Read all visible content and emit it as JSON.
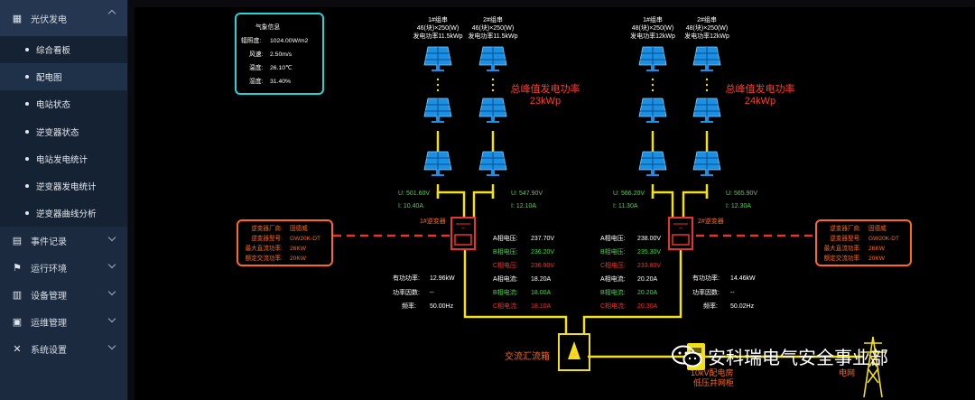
{
  "sidebar": {
    "groups": [
      {
        "label": "光伏发电",
        "icon": "grid-icon",
        "open": true,
        "items": [
          "综合看板",
          "配电图",
          "电站状态",
          "逆变器状态",
          "电站发电统计",
          "逆变器发电统计",
          "逆变器曲线分析"
        ],
        "active_index": 1
      },
      {
        "label": "事件记录",
        "icon": "document-icon"
      },
      {
        "label": "运行环境",
        "icon": "pin-icon"
      },
      {
        "label": "设备管理",
        "icon": "table-icon"
      },
      {
        "label": "运维管理",
        "icon": "monitor-icon"
      },
      {
        "label": "系统设置",
        "icon": "wrench-icon"
      }
    ]
  },
  "weather": {
    "title": "气象信息",
    "rows": [
      {
        "label": "辐照度:",
        "value": "1024.00W/m2"
      },
      {
        "label": "风速:",
        "value": "2.50m/s"
      },
      {
        "label": "温度:",
        "value": "26.10℃"
      },
      {
        "label": "湿度:",
        "value": "31.40%"
      }
    ]
  },
  "strings": [
    {
      "lines": [
        "1#组串",
        "46(块)×250(W)",
        "发电功率11.5kWp"
      ]
    },
    {
      "lines": [
        "2#组串",
        "46(块)×250(W)",
        "发电功率11.5kWp"
      ]
    },
    {
      "lines": [
        "1#组串",
        "48(块)×250(W)",
        "发电功率12kWp"
      ]
    },
    {
      "lines": [
        "2#组串",
        "48(块)×250(W)",
        "发电功率12kWp"
      ]
    }
  ],
  "peak": [
    {
      "line1": "总峰值发电功率",
      "line2": "23kWp"
    },
    {
      "line1": "总峰值发电功率",
      "line2": "24kWp"
    }
  ],
  "dc": [
    {
      "u": "U: 501.60V",
      "i": "I: 10.40A"
    },
    {
      "u": "U: 547.90V",
      "i": "I: 12.10A"
    },
    {
      "u": "U: 566.20V",
      "i": "I: 11.30A"
    },
    {
      "u": "U: 565.90V",
      "i": "I: 12.30A"
    }
  ],
  "inverters": [
    {
      "name": "1#逆变器",
      "info": [
        {
          "label": "逆变器厂商:",
          "value": "固德威"
        },
        {
          "label": "逆变器型号:",
          "value": "GW20K-DT"
        },
        {
          "label": "最大直流功率:",
          "value": "26KW"
        },
        {
          "label": "额定交流功率:",
          "value": "20KW"
        }
      ],
      "stats": [
        {
          "label": "有功功率:",
          "value": "12.96kW"
        },
        {
          "label": "功率因数:",
          "value": "--"
        },
        {
          "label": "频率:",
          "value": "50.00Hz"
        }
      ],
      "phases": [
        {
          "label": "A相电压:",
          "value": "237.70V",
          "color": "white"
        },
        {
          "label": "B相电压:",
          "value": "236.20V",
          "color": "green"
        },
        {
          "label": "C相电压:",
          "value": "236.90V",
          "color": "red"
        },
        {
          "label": "A相电流:",
          "value": "18.20A",
          "color": "white"
        },
        {
          "label": "B相电流:",
          "value": "18.00A",
          "color": "green"
        },
        {
          "label": "C相电流:",
          "value": "18.10A",
          "color": "red"
        }
      ]
    },
    {
      "name": "2#逆变器",
      "info": [
        {
          "label": "逆变器厂商:",
          "value": "固德威"
        },
        {
          "label": "逆变器型号:",
          "value": "GW20K-DT"
        },
        {
          "label": "最大直流功率:",
          "value": "26KW"
        },
        {
          "label": "额定交流功率:",
          "value": "20KW"
        }
      ],
      "stats": [
        {
          "label": "有功功率:",
          "value": "14.46kW"
        },
        {
          "label": "功率因数:",
          "value": "--"
        },
        {
          "label": "频率:",
          "value": "50.02Hz"
        }
      ],
      "phases": [
        {
          "label": "A相电压:",
          "value": "238.00V",
          "color": "white"
        },
        {
          "label": "B相电压:",
          "value": "235.30V",
          "color": "green"
        },
        {
          "label": "C相电压:",
          "value": "233.80V",
          "color": "red"
        },
        {
          "label": "A相电流:",
          "value": "20.20A",
          "color": "white"
        },
        {
          "label": "B相电流:",
          "value": "20.20A",
          "color": "green"
        },
        {
          "label": "C相电流:",
          "value": "20.30A",
          "color": "red"
        }
      ]
    }
  ],
  "combiner": {
    "label": "交流汇流箱"
  },
  "cabinet": {
    "line1": "10kV配电房",
    "line2": "低压并网柜"
  },
  "grid": {
    "label": "电网"
  },
  "watermark": {
    "text": "安科瑞电气安全事业部"
  },
  "colors": {
    "sidebar_bg": "#1b2a3f",
    "line_yellow": "#f2e11a",
    "accent_orange": "#ff6a1a",
    "accent_red": "#e8342c",
    "accent_cyan": "#21d6d6",
    "panel_blue": "#1a8fe3",
    "value_green": "#4dd34d"
  }
}
